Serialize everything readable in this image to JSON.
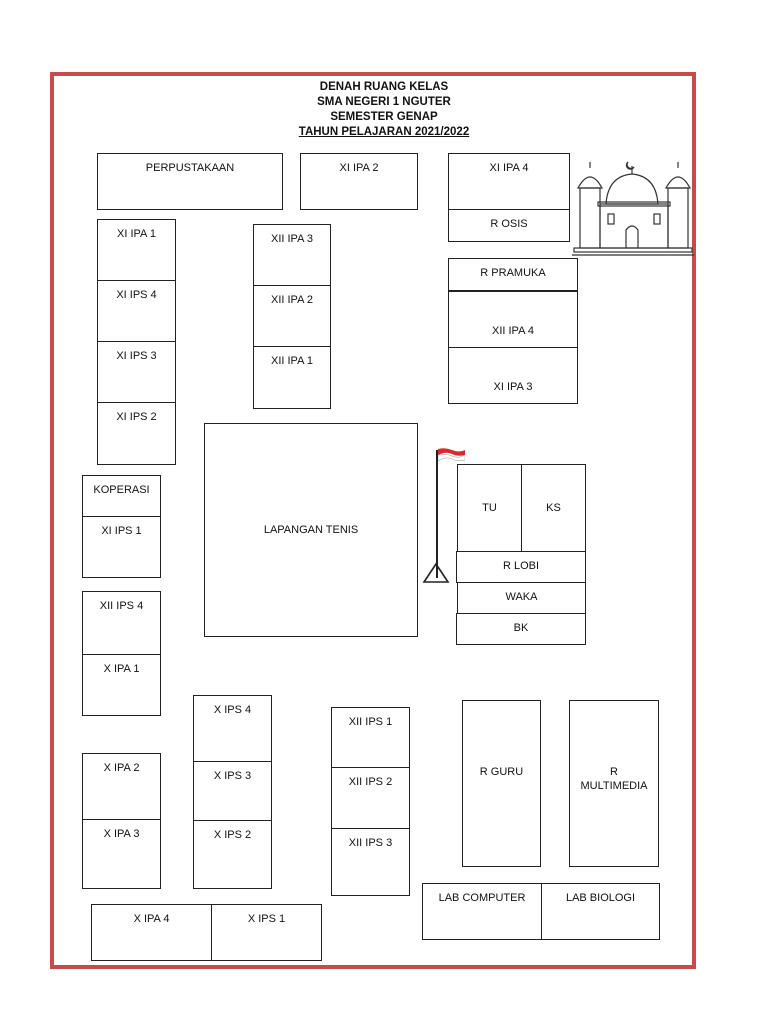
{
  "title": {
    "line1": "DENAH RUANG KELAS",
    "line2": "SMA NEGERI 1 NGUTER",
    "line3": "SEMESTER GENAP",
    "line4": "TAHUN PELAJARAN 2021/2022"
  },
  "rooms": {
    "perpustakaan": "PERPUSTAKAAN",
    "xi_ipa_2": "XI IPA 2",
    "xi_ipa_4": "XI IPA 4",
    "r_osis": "R OSIS",
    "xi_ipa_1": "XI  IPA 1",
    "xi_ips_4": "XI  IPS 4",
    "xi_ips_3": "XI  IPS 3",
    "xi_ips_2": "XI  IPS 2",
    "xii_ipa_3": "XII  IPA 3",
    "xii_ipa_2": "XII  IPA 2",
    "xii_ipa_1": "XII  IPA 1",
    "r_pramuka": "R PRAMUKA",
    "xii_ipa_4": "XII  IPA 4",
    "xi_ipa_3": "XI IPA 3",
    "koperasi": "KOPERASI",
    "xi_ips_1": "XI IPS 1",
    "lapangan_tenis": "LAPANGAN TENIS",
    "tu": "TU",
    "ks": "KS",
    "r_lobi": "R  LOBI",
    "waka": "WAKA",
    "bk": "BK",
    "xii_ips_4": "XII IPS 4",
    "x_ipa_1": "X IPA 1",
    "x_ips_4": "X IPS 4",
    "x_ips_3": "X IPS 3",
    "x_ips_2": "X IPS 2",
    "x_ipa_2": "X IPA 2",
    "x_ipa_3": "X IPA 3",
    "xii_ips_1": "XII IPS 1",
    "xii_ips_2": "XII IPS 2",
    "xii_ips_3": "XII IPS 3",
    "r_guru": "R GURU",
    "r_multimedia_1": "R",
    "r_multimedia_2": "MULTIMEDIA",
    "lab_computer": "LAB COMPUTER",
    "lab_biologi": "LAB BIOLOGI",
    "x_ipa_4": "X IPA 4",
    "x_ips_1": "X IPS 1"
  },
  "colors": {
    "frame": "#c94a4a",
    "flag_red": "#d92b2b",
    "line": "#222222"
  },
  "icons": {
    "mosque": "mosque-icon",
    "flag": "flag-icon"
  }
}
